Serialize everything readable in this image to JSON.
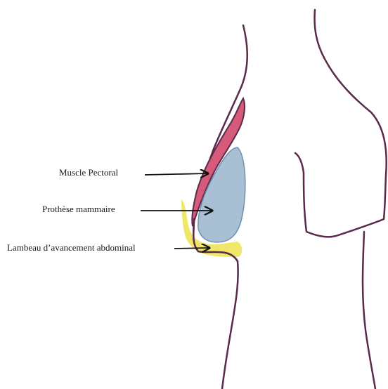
{
  "labels": {
    "muscle": "Muscle Pectoral",
    "prosthesis": "Prothèse mammaire",
    "flap": "Lambeau d’avancement abdominal"
  },
  "colors": {
    "outline": "#5a2a4a",
    "muscle_fill": "#d65a7a",
    "prosthesis_fill": "#a9bfd3",
    "prosthesis_stroke": "#6f90b3",
    "flap_fill": "#f0e66a",
    "arrow": "#111111"
  }
}
